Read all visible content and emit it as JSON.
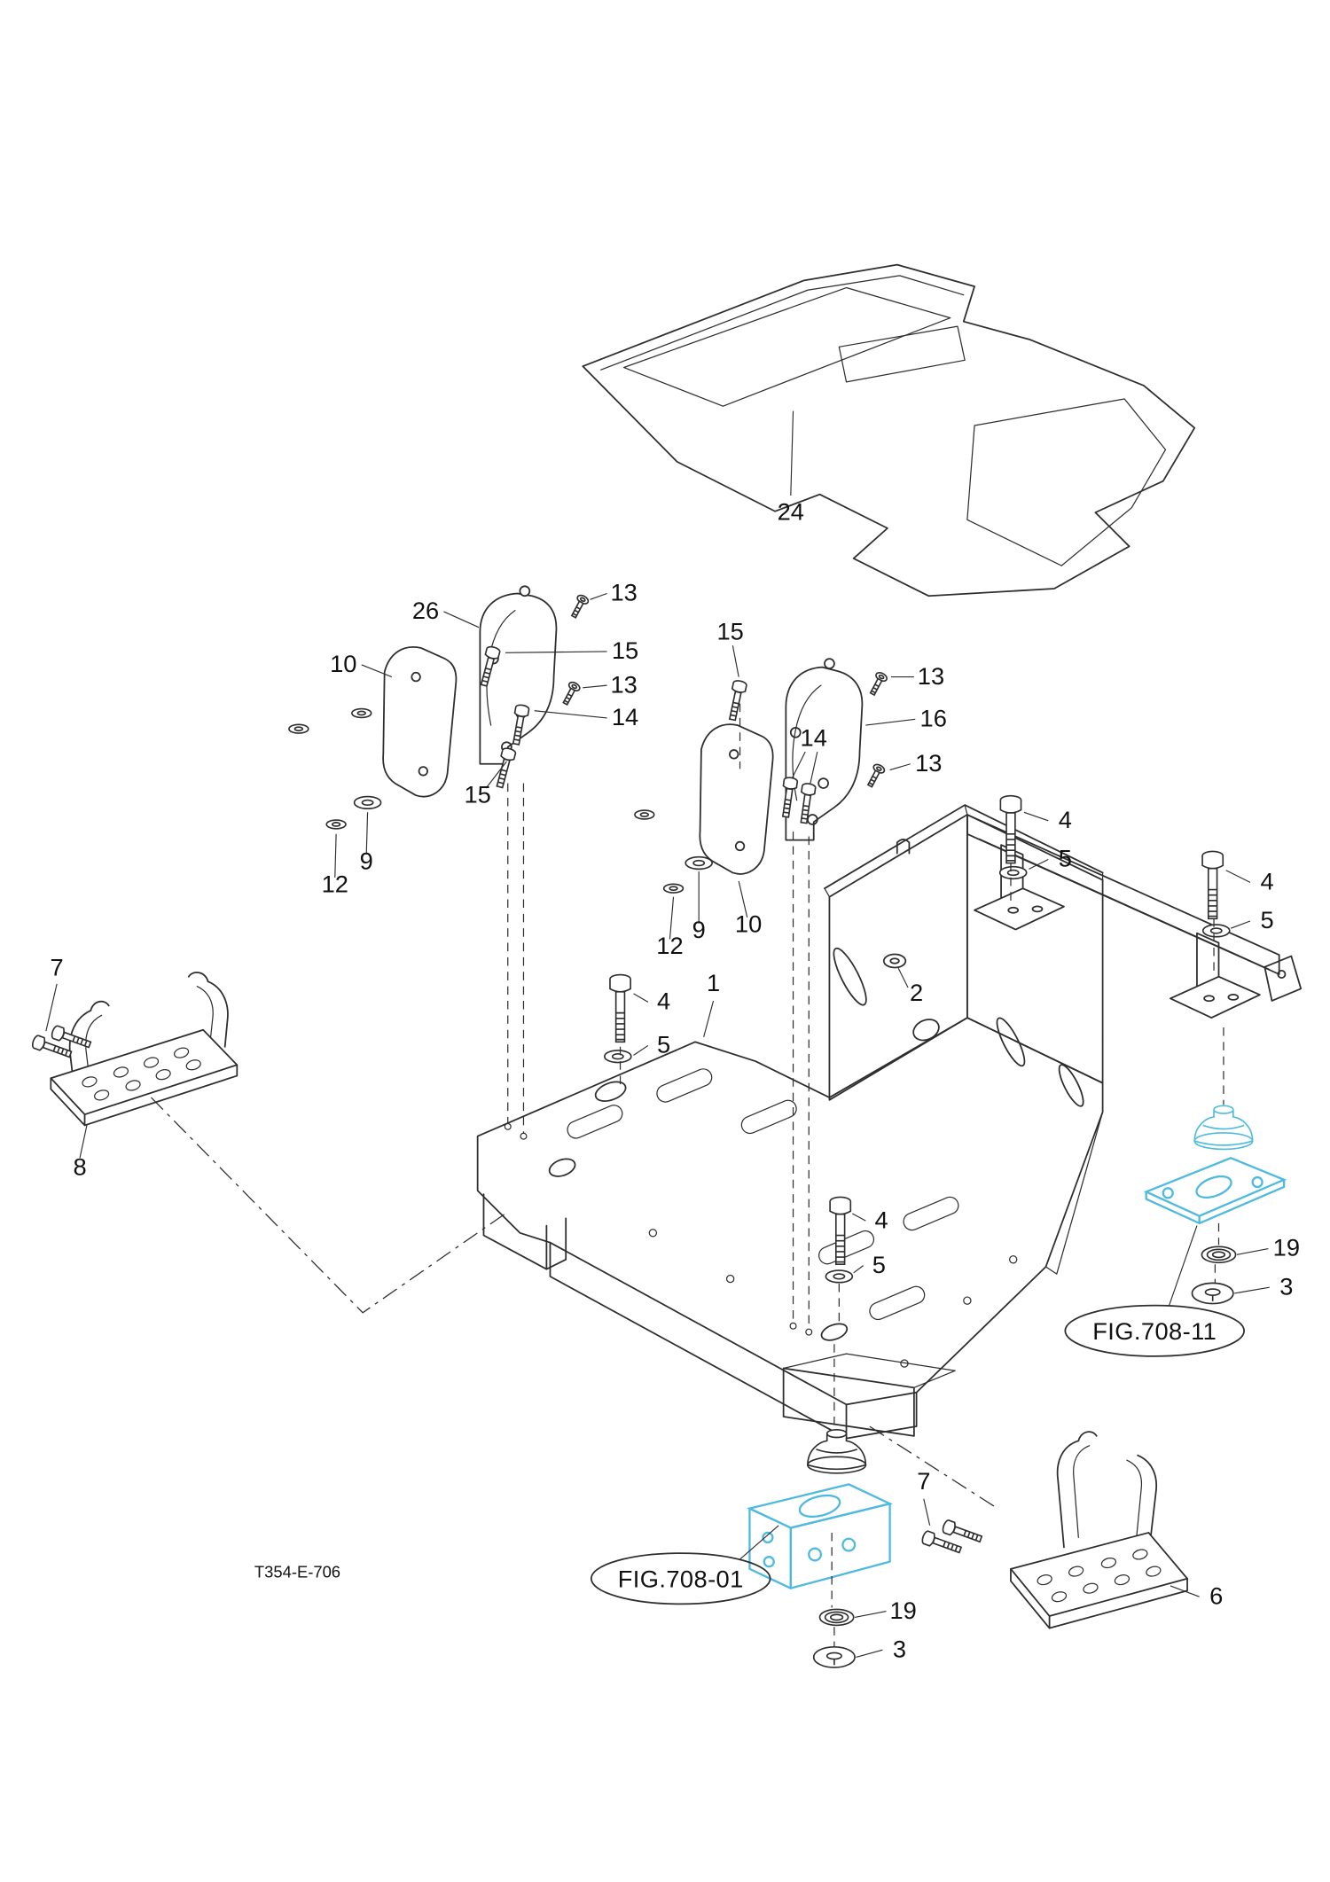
{
  "colors": {
    "background": "#ffffff",
    "line": "#2e2e2e",
    "label": "#111111",
    "highlight": "#4fbadf"
  },
  "drawing_code": "T354-E-706",
  "figures": [
    {
      "label": "FIG.708-11"
    },
    {
      "label": "FIG.708-01"
    }
  ],
  "callouts": [
    {
      "label": "24"
    },
    {
      "label": "26"
    },
    {
      "label": "13"
    },
    {
      "label": "10"
    },
    {
      "label": "15"
    },
    {
      "label": "13"
    },
    {
      "label": "14"
    },
    {
      "label": "15"
    },
    {
      "label": "13"
    },
    {
      "label": "16"
    },
    {
      "label": "14"
    },
    {
      "label": "13"
    },
    {
      "label": "15"
    },
    {
      "label": "12"
    },
    {
      "label": "9"
    },
    {
      "label": "4"
    },
    {
      "label": "5"
    },
    {
      "label": "4"
    },
    {
      "label": "5"
    },
    {
      "label": "12"
    },
    {
      "label": "9"
    },
    {
      "label": "10"
    },
    {
      "label": "1"
    },
    {
      "label": "2"
    },
    {
      "label": "4"
    },
    {
      "label": "5"
    },
    {
      "label": "7"
    },
    {
      "label": "8"
    },
    {
      "label": "4"
    },
    {
      "label": "5"
    },
    {
      "label": "19"
    },
    {
      "label": "3"
    },
    {
      "label": "7"
    },
    {
      "label": "19"
    },
    {
      "label": "3"
    },
    {
      "label": "6"
    }
  ]
}
